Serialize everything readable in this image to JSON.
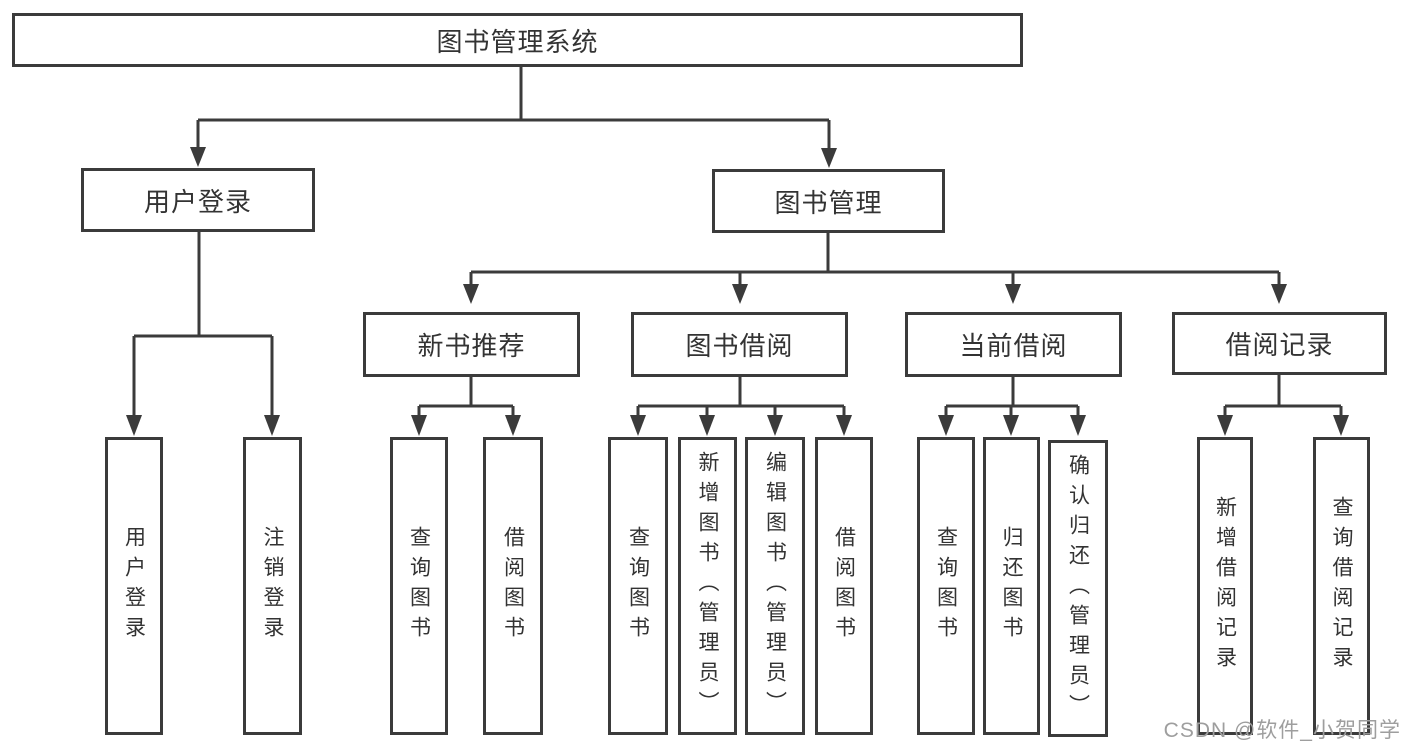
{
  "tree": {
    "root": {
      "label": "图书管理系统"
    },
    "branches": [
      {
        "label": "用户登录",
        "children": [
          "用户登录",
          "注销登录"
        ]
      },
      {
        "label": "图书管理",
        "sections": [
          {
            "label": "新书推荐",
            "children": [
              "查询图书",
              "借阅图书"
            ]
          },
          {
            "label": "图书借阅",
            "children": [
              "查询图书",
              "新增图书（管理员）",
              "编辑图书（管理员）",
              "借阅图书"
            ]
          },
          {
            "label": "当前借阅",
            "children": [
              "查询图书",
              "归还图书",
              "确认归还（管理员）"
            ]
          },
          {
            "label": "借阅记录",
            "children": [
              "新增借阅记录",
              "查询借阅记录"
            ]
          }
        ]
      }
    ]
  },
  "watermark": {
    "text": "CSDN @软件_小贺同学"
  },
  "colors": {
    "line": "#3b3b3b",
    "text": "#333333",
    "watermark": "#9e9e9e",
    "background": "#ffffff"
  }
}
